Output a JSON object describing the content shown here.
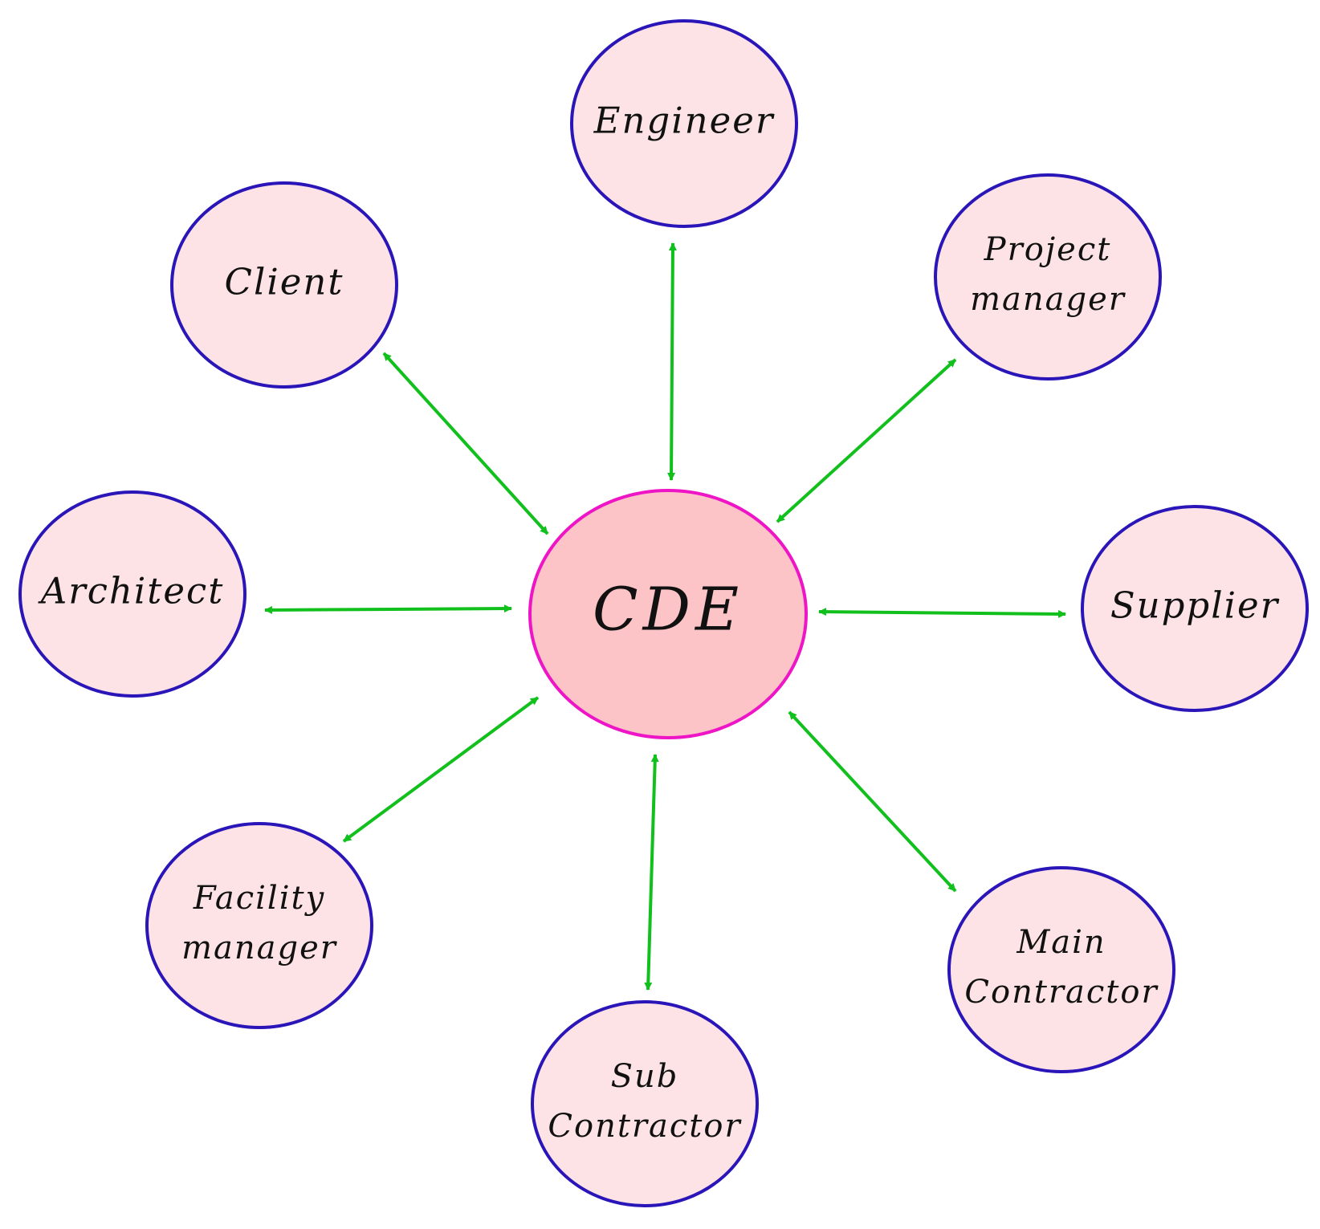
{
  "colors": {
    "peer_fill": "#fde3e5",
    "peer_stroke": "#2a16b8",
    "center_fill": "#fcc4c6",
    "center_stroke": "#ee15c6",
    "arrow": "#11c01c",
    "text": "#111111"
  },
  "center": {
    "label": "CDE"
  },
  "nodes": [
    {
      "id": "engineer",
      "lines": [
        "Engineer"
      ]
    },
    {
      "id": "project-manager",
      "lines": [
        "Project",
        "manager"
      ]
    },
    {
      "id": "supplier",
      "lines": [
        "Supplier"
      ]
    },
    {
      "id": "main-contractor",
      "lines": [
        "Main",
        "Contractor"
      ]
    },
    {
      "id": "sub-contractor",
      "lines": [
        "Sub",
        "Contractor"
      ]
    },
    {
      "id": "facility-manager",
      "lines": [
        "Facility",
        "manager"
      ]
    },
    {
      "id": "architect",
      "lines": [
        "Architect"
      ]
    },
    {
      "id": "client",
      "lines": [
        "Client"
      ]
    }
  ],
  "edges": [
    {
      "from": "CDE",
      "to": "engineer",
      "direction": "bidirectional"
    },
    {
      "from": "CDE",
      "to": "project-manager",
      "direction": "bidirectional"
    },
    {
      "from": "CDE",
      "to": "supplier",
      "direction": "bidirectional"
    },
    {
      "from": "CDE",
      "to": "main-contractor",
      "direction": "bidirectional"
    },
    {
      "from": "CDE",
      "to": "sub-contractor",
      "direction": "bidirectional"
    },
    {
      "from": "CDE",
      "to": "facility-manager",
      "direction": "bidirectional"
    },
    {
      "from": "CDE",
      "to": "architect",
      "direction": "bidirectional"
    },
    {
      "from": "CDE",
      "to": "client",
      "direction": "bidirectional"
    }
  ]
}
